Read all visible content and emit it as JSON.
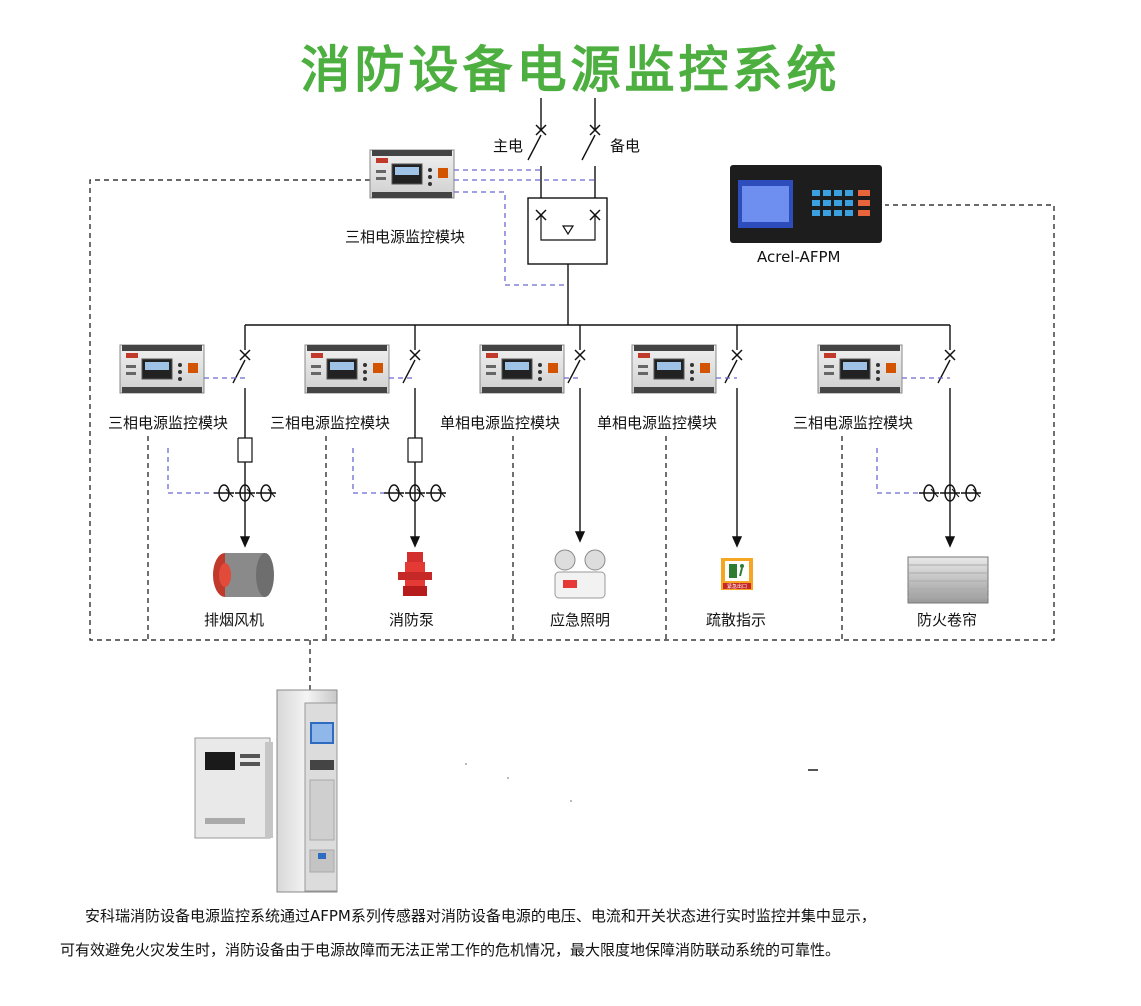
{
  "title": "消防设备电源监控系统",
  "power": {
    "main": "主电",
    "backup": "备电"
  },
  "top_module": "三相电源监控模块",
  "controller": "Acrel-AFPM",
  "modules": [
    "三相电源监控模块",
    "三相电源监控模块",
    "单相电源监控模块",
    "单相电源监控模块",
    "三相电源监控模块"
  ],
  "loads": [
    "排烟风机",
    "消防泵",
    "应急照明",
    "疏散指示",
    "防火卷帘"
  ],
  "exit_sign_text": "紧急出口",
  "description": {
    "line1": "安科瑞消防设备电源监控系统通过AFPM系列传感器对消防设备电源的电压、电流和开关状态进行实时监控并集中显示，",
    "line2": "可有效避免火灾发生时，消防设备由于电源故障而无法正常工作的危机情况，最大限度地保障消防联动系统的可靠性。"
  },
  "colors": {
    "title": "#4caf3f",
    "signal_line": "#6a6ad0",
    "bus_line": "#111111"
  }
}
